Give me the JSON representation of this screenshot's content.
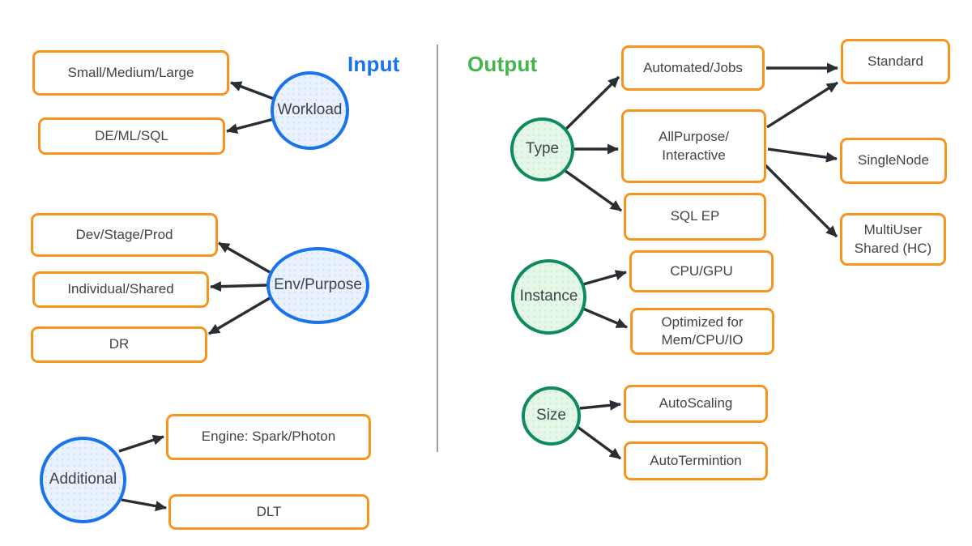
{
  "input": {
    "title": "Input",
    "workload": {
      "label": "Workload",
      "sml": "Small/Medium/Large",
      "deml": "DE/ML/SQL"
    },
    "env": {
      "label": "Env/Purpose",
      "dev": "Dev/Stage/Prod",
      "ind": "Individual/Shared",
      "dr": "DR"
    },
    "additional": {
      "label": "Additional",
      "engine": "Engine: Spark/Photon",
      "dlt": "DLT"
    }
  },
  "output": {
    "title": "Output",
    "type": {
      "label": "Type",
      "automated": "Automated/Jobs",
      "allpurpose": "AllPurpose/ Interactive",
      "sqlep": "SQL EP"
    },
    "modes": {
      "standard": "Standard",
      "singlenode": "SingleNode",
      "multiuser": "MultiUser Shared (HC)"
    },
    "instance": {
      "label": "Instance",
      "cpu": "CPU/GPU",
      "optimized": "Optimized for Mem/CPU/IO"
    },
    "size": {
      "label": "Size",
      "autoscaling": "AutoScaling",
      "autotermination": "AutoTermintion"
    }
  },
  "edges": [
    {
      "from": "Workload",
      "to": "Small/Medium/Large"
    },
    {
      "from": "Workload",
      "to": "DE/ML/SQL"
    },
    {
      "from": "Env/Purpose",
      "to": "Dev/Stage/Prod"
    },
    {
      "from": "Env/Purpose",
      "to": "Individual/Shared"
    },
    {
      "from": "Env/Purpose",
      "to": "DR"
    },
    {
      "from": "Additional",
      "to": "Engine: Spark/Photon"
    },
    {
      "from": "Additional",
      "to": "DLT"
    },
    {
      "from": "Type",
      "to": "Automated/Jobs"
    },
    {
      "from": "Type",
      "to": "AllPurpose/Interactive"
    },
    {
      "from": "Type",
      "to": "SQL EP"
    },
    {
      "from": "Automated/Jobs",
      "to": "Standard"
    },
    {
      "from": "AllPurpose/Interactive",
      "to": "Standard"
    },
    {
      "from": "AllPurpose/Interactive",
      "to": "SingleNode"
    },
    {
      "from": "AllPurpose/Interactive",
      "to": "MultiUser Shared (HC)"
    },
    {
      "from": "Instance",
      "to": "CPU/GPU"
    },
    {
      "from": "Instance",
      "to": "Optimized for Mem/CPU/IO"
    },
    {
      "from": "Size",
      "to": "AutoScaling"
    },
    {
      "from": "Size",
      "to": "AutoTermintion"
    }
  ],
  "colors": {
    "box_border": "#f7941e",
    "input_accent": "#1a73e8",
    "input_node_fill": "#e9f2fe",
    "output_accent": "#43b54a",
    "output_node_border": "#0d8a5e",
    "output_node_fill": "#e5f7e6",
    "arrow": "#282e33",
    "divider": "#9aa0a6",
    "text": "#3f4449"
  }
}
